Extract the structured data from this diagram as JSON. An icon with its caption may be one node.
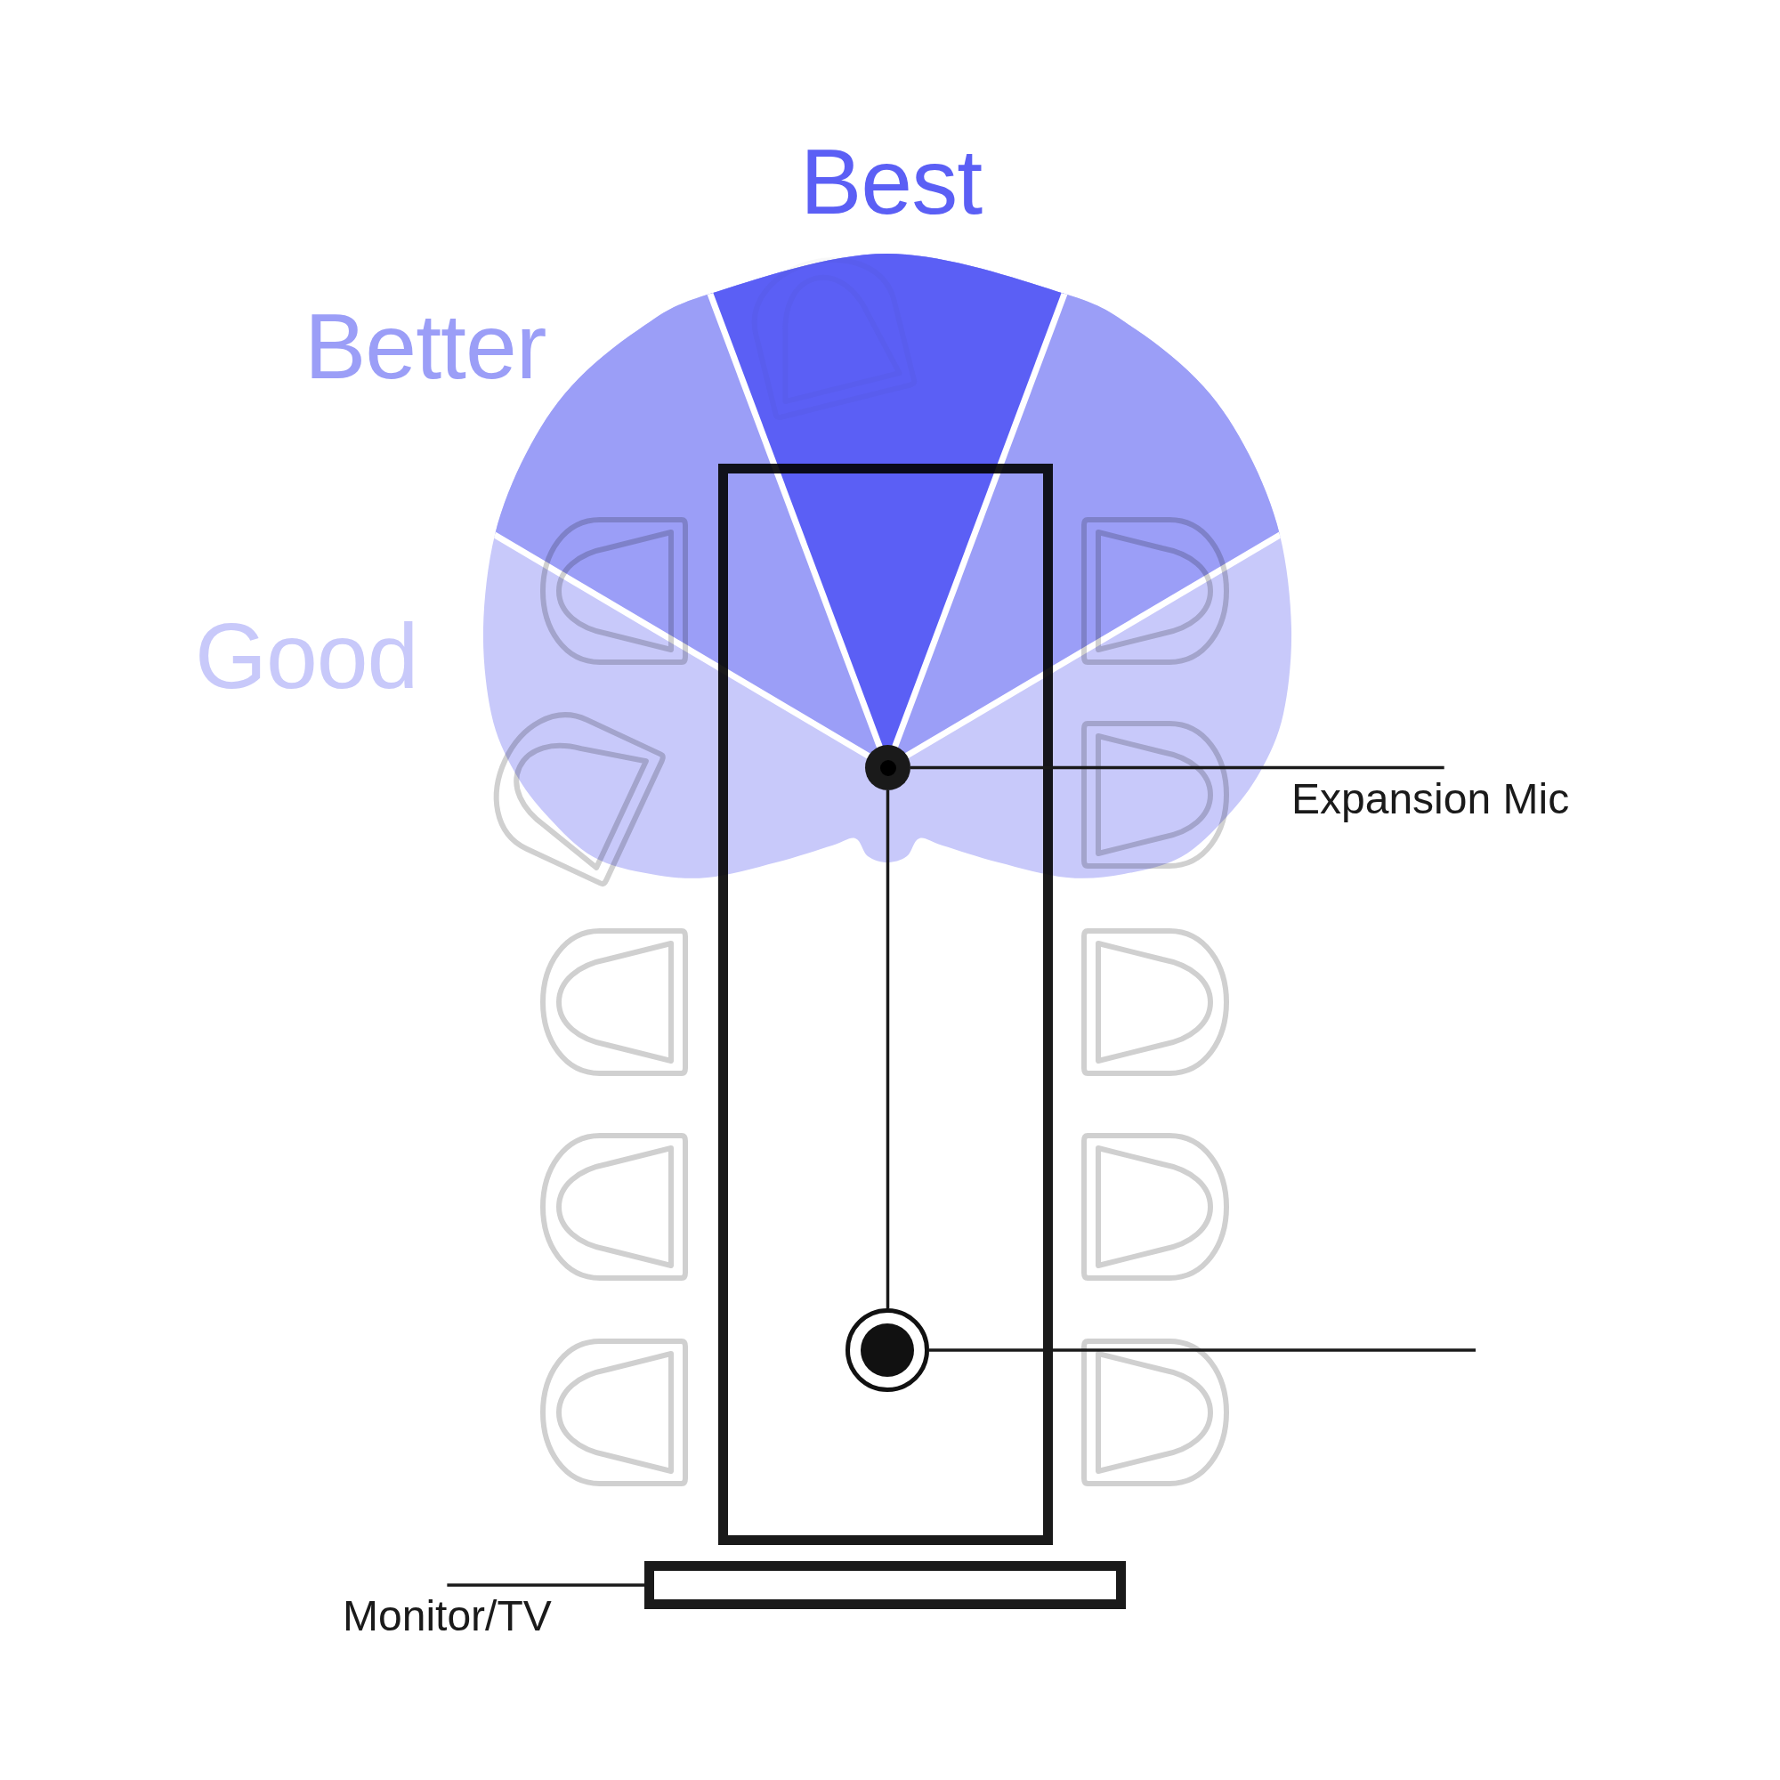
{
  "diagram": {
    "nodes": [
      {
        "text": [
          "Expansion Mic"
        ]
      },
      {
        "text": [],
        "shape": "circle"
      },
      {
        "text": [],
        "shape": "circle"
      },
      {
        "text": [
          "Monitor/TV"
        ]
      },
      {
        "text": [],
        "shape": "bar"
      }
    ],
    "edges": [
      {
        "from": 0,
        "to": 1,
        "arrow": "none"
      },
      {
        "from": 1,
        "to": 2,
        "arrow": "none"
      },
      {
        "from": null,
        "to": 2,
        "arrow": "none"
      },
      {
        "from": 3,
        "to": 4,
        "arrow": "none"
      }
    ],
    "labels": [
      "Best",
      "Better",
      "Good"
    ]
  }
}
